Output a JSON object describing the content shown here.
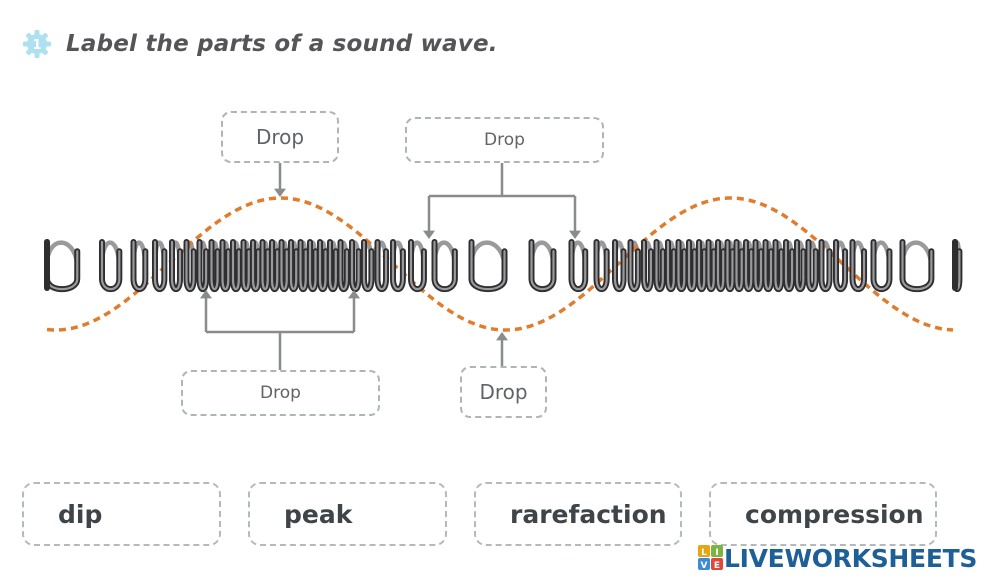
{
  "instruction": {
    "icon": "gear-number-icon",
    "icon_number": "1",
    "text": "Label the parts of a sound wave."
  },
  "drop_zones": [
    {
      "label": "Drop"
    },
    {
      "label": "Drop"
    },
    {
      "label": "Drop"
    },
    {
      "label": "Drop"
    }
  ],
  "word_bank": [
    {
      "label": "dip"
    },
    {
      "label": "peak"
    },
    {
      "label": "rarefaction"
    },
    {
      "label": "compression"
    }
  ],
  "logo": {
    "text": "LIVEWORKSHEETS",
    "badge_letters": [
      "L",
      "I",
      "V",
      "E"
    ]
  },
  "colors": {
    "wave": "#e07c2c",
    "spring_dark": "#2e2e30",
    "spring_light": "#9a9a9c",
    "connector": "#888c8f",
    "logo": "#1f5f97",
    "title": "#555559"
  }
}
